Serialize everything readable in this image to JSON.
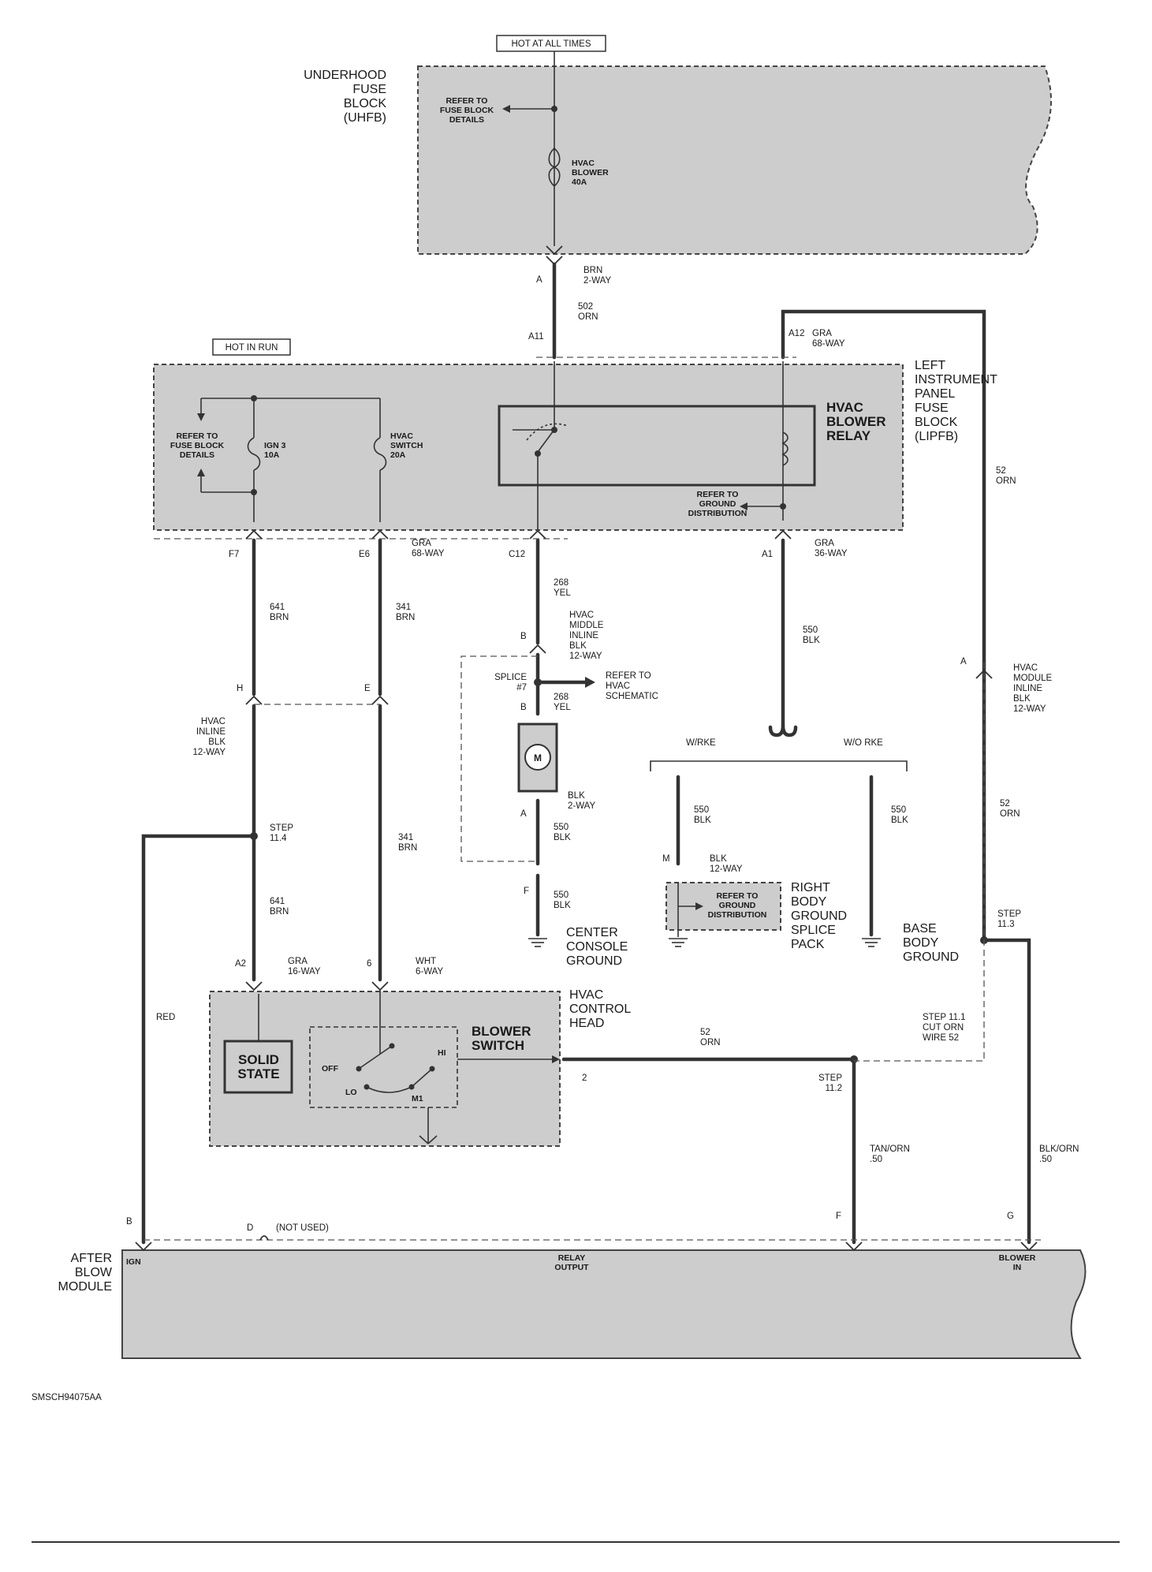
{
  "labels": {
    "hot_at_all_times": "HOT AT ALL TIMES",
    "hot_in_run": "HOT IN RUN",
    "uhfb": [
      "UNDERHOOD",
      "FUSE",
      "BLOCK",
      "(UHFB)"
    ],
    "lipfb": [
      "LEFT",
      "INSTRUMENT",
      "PANEL",
      "FUSE",
      "BLOCK",
      "(LIPFB)"
    ],
    "refer_fuse_block_1": [
      "REFER TO",
      "FUSE BLOCK",
      "DETAILS"
    ],
    "refer_fuse_block_2": [
      "REFER TO",
      "FUSE BLOCK",
      "DETAILS"
    ],
    "hvac_blower_fuse": [
      "HVAC",
      "BLOWER",
      "40A"
    ],
    "ign3_fuse": [
      "IGN 3",
      "10A"
    ],
    "hvac_switch_fuse": [
      "HVAC",
      "SWITCH",
      "20A"
    ],
    "blower_relay": [
      "HVAC",
      "BLOWER",
      "RELAY"
    ],
    "refer_ground_1": [
      "REFER TO",
      "GROUND",
      "DISTRIBUTION"
    ],
    "refer_ground_2": [
      "REFER TO",
      "GROUND",
      "DISTRIBUTION"
    ],
    "conn_a": "A",
    "conn_brn": [
      "BRN",
      "2-WAY"
    ],
    "wire_502": [
      "502",
      "ORN"
    ],
    "conn_a11": "A11",
    "conn_a12": "A12",
    "conn_a12_type": [
      "GRA",
      "68-WAY"
    ],
    "wire_52_top": [
      "52",
      "ORN"
    ],
    "conn_f7": "F7",
    "conn_e6": "E6",
    "conn_e6_type": [
      "GRA",
      "68-WAY"
    ],
    "conn_c12": "C12",
    "conn_a1": "A1",
    "conn_a1_type": [
      "GRA",
      "36-WAY"
    ],
    "wire_641_top": [
      "641",
      "BRN"
    ],
    "wire_341_top": [
      "341",
      "BRN"
    ],
    "wire_268_top": [
      "268",
      "YEL"
    ],
    "wire_550_top": [
      "550",
      "BLK"
    ],
    "conn_b_top": "B",
    "conn_middle_inline": [
      "HVAC",
      "MIDDLE",
      "INLINE",
      "BLK",
      "12-WAY"
    ],
    "splice_7": [
      "SPLICE",
      "#7"
    ],
    "refer_hvac_schematic": [
      "REFER TO",
      "HVAC",
      "SCHEMATIC"
    ],
    "wire_268_mid": [
      "268",
      "YEL"
    ],
    "conn_b_mid": "B",
    "motor_symbol": "M",
    "conn_blk_2way": [
      "BLK",
      "2-WAY"
    ],
    "conn_a_motor": "A",
    "wire_550_mid": [
      "550",
      "BLK"
    ],
    "conn_f_console": "F",
    "wire_550_bottom": [
      "550",
      "BLK"
    ],
    "center_console_ground": [
      "CENTER",
      "CONSOLE",
      "GROUND"
    ],
    "conn_h": "H",
    "conn_e": "E",
    "hvac_inline": [
      "HVAC",
      "INLINE",
      "BLK",
      "12-WAY"
    ],
    "step_11_4": [
      "STEP",
      "11.4"
    ],
    "wire_341_mid": [
      "341",
      "BRN"
    ],
    "wire_641_mid": [
      "641",
      "BRN"
    ],
    "w_rke": "W/RKE",
    "wo_rke": "W/O RKE",
    "wire_550_wrke": [
      "550",
      "BLK"
    ],
    "wire_550_worke": [
      "550",
      "BLK"
    ],
    "conn_m": "M",
    "conn_m_type": [
      "BLK",
      "12-WAY"
    ],
    "right_body_ground": [
      "RIGHT",
      "BODY",
      "GROUND",
      "SPLICE",
      "PACK"
    ],
    "base_body_ground": [
      "BASE",
      "BODY",
      "GROUND"
    ],
    "conn_a_module": "A",
    "hvac_module_inline": [
      "HVAC",
      "MODULE",
      "INLINE",
      "BLK",
      "12-WAY"
    ],
    "wire_52_mid": [
      "52",
      "ORN"
    ],
    "step_11_3": [
      "STEP",
      "11.3"
    ],
    "conn_a2": "A2",
    "conn_a2_type": [
      "GRA",
      "16-WAY"
    ],
    "conn_6": "6",
    "conn_6_type": [
      "WHT",
      "6-WAY"
    ],
    "hvac_control_head": [
      "HVAC",
      "CONTROL",
      "HEAD"
    ],
    "wire_red": "RED",
    "solid_state": [
      "SOLID",
      "STATE"
    ],
    "blower_switch": [
      "BLOWER",
      "SWITCH"
    ],
    "sw_off": "OFF",
    "sw_hi": "HI",
    "sw_lo": "LO",
    "sw_m1": "M1",
    "wire_52_lower": [
      "52",
      "ORN"
    ],
    "pin_2": "2",
    "step_11_1": [
      "STEP 11.1",
      "CUT ORN",
      "WIRE 52"
    ],
    "step_11_2": [
      "STEP",
      "11.2"
    ],
    "wire_tan_orn": [
      "TAN/ORN",
      ".50"
    ],
    "wire_blk_orn": [
      "BLK/ORN",
      ".50"
    ],
    "conn_b_bottom": "B",
    "conn_d_bottom": "D",
    "not_used": "(NOT USED)",
    "conn_f_bottom": "F",
    "conn_g_bottom": "G",
    "after_blow_module": [
      "AFTER",
      "BLOW",
      "MODULE"
    ],
    "mod_ign": "IGN",
    "mod_relay_output": [
      "RELAY",
      "OUTPUT"
    ],
    "mod_blower_in": [
      "BLOWER",
      "IN"
    ],
    "figure_code": "SMSCH94075AA"
  },
  "colors": {
    "shade": "#cdcdcd",
    "ink": "#333333"
  }
}
